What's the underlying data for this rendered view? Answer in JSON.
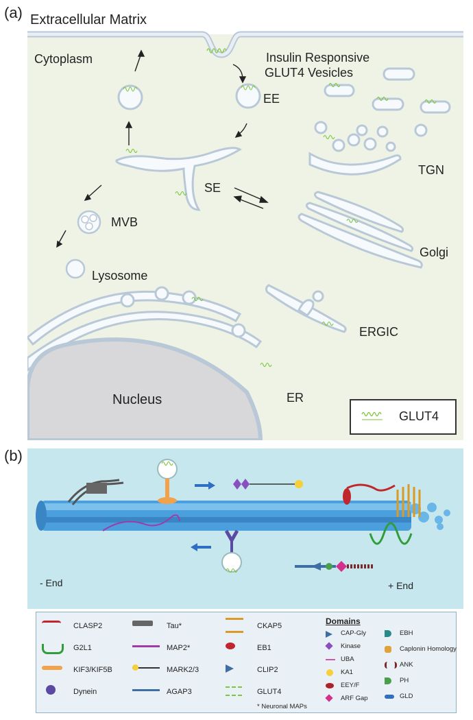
{
  "panel_a": {
    "label": "(a)",
    "labels": {
      "extracellular": "Extracellular Matrix",
      "cytoplasm": "Cytoplasm",
      "insulin_line1": "Insulin Responsive",
      "insulin_line2": "GLUT4 Vesicles",
      "ee": "EE",
      "tgn": "TGN",
      "se": "SE",
      "mvb": "MVB",
      "golgi": "Golgi",
      "lysosome": "Lysosome",
      "ergic": "ERGIC",
      "nucleus": "Nucleus",
      "er": "ER"
    },
    "legend": {
      "glut4": "GLUT4"
    }
  },
  "panel_b": {
    "label": "(b)",
    "minus_end": "- End",
    "plus_end": "+ End",
    "legend": {
      "col1": [
        "CLASP2",
        "G2L1",
        "KIF3/KIF5B",
        "Dynein"
      ],
      "col2": [
        "Tau*",
        "MAP2*",
        "MARK2/3",
        "AGAP3"
      ],
      "col3": [
        "CKAP5",
        "EB1",
        "CLIP2",
        "GLUT4"
      ],
      "note": "* Neuronal MAPs",
      "domains_title": "Domains",
      "domains_col1": [
        "CAP-Gly",
        "Kinase",
        "UBA",
        "KA1",
        "EEY/F",
        "ARF Gap"
      ],
      "domains_col2": [
        "EBH",
        "Caplonin Homology",
        "ANK",
        "PH",
        "GLD"
      ]
    }
  },
  "colors": {
    "cytoplasm_bg": "#eef3e6",
    "panel_b_bg": "#c7e7ee",
    "glut4": "#7cc63a",
    "microtubule": "#4a9fdc",
    "nucleus": "#d8d8da"
  }
}
